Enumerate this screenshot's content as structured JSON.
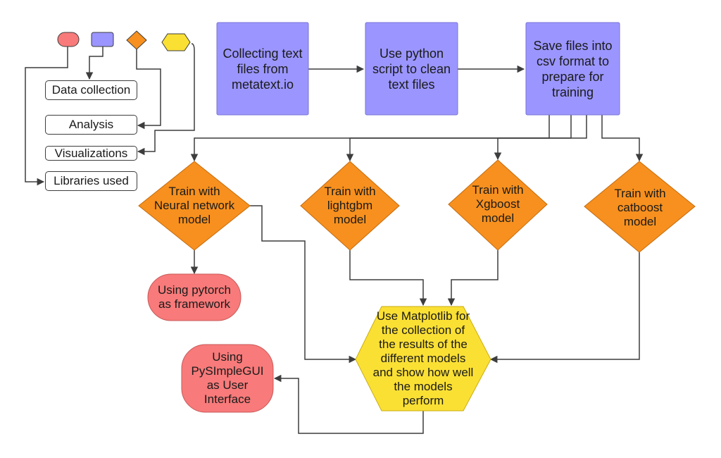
{
  "colors": {
    "process": "#9b96ff",
    "model": "#f7901e",
    "endpoint": "#f87a7a",
    "output": "#fbe034",
    "connector": "#3d3d3d"
  },
  "legend": {
    "swatches": [
      "red-rounded",
      "purple-rectangle",
      "orange-diamond",
      "yellow-hexagon"
    ],
    "items": [
      "Data collection",
      "Analysis",
      "Visualizations",
      "Libraries used"
    ]
  },
  "nodes": {
    "collect": "Collecting text files from metatext.io",
    "clean": "Use python script to clean text files",
    "save": "Save files into csv format to prepare for training",
    "nn": "Train with Neural network model",
    "lightgbm": "Train with lightgbm model",
    "xgboost": "Train with Xgboost model",
    "catboost": "Train with catboost model",
    "pytorch": "Using pytorch as framework",
    "matplotlib": "Use Matplotlib for the collection of the results of the different models and show how well the models perform",
    "pysimplegui": "Using PySImpleGUI as User Interface"
  }
}
